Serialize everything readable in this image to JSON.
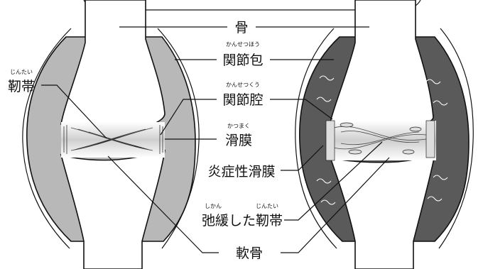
{
  "labels": {
    "bone": {
      "text": "骨"
    },
    "joint_capsule": {
      "text": "関節包",
      "ruby": "かんせつほう"
    },
    "ligament": {
      "text": "靭帯",
      "ruby": "じんたい"
    },
    "joint_cavity": {
      "text": "関節腔",
      "ruby": "かんせつくう"
    },
    "synovium": {
      "text": "滑膜",
      "ruby": "かつまく"
    },
    "inflamed_synovium": {
      "text": "炎症性滑膜"
    },
    "lax_ligament": {
      "text": "弛緩した靭帯",
      "ruby_a": "しかん",
      "ruby_b": "じんたい"
    },
    "cartilage": {
      "text": "軟骨"
    }
  },
  "colors": {
    "capsule_normal": "#b8b8b8",
    "capsule_inflamed": "#5a5a5a",
    "bone_fill": "#ffffff",
    "cartilage_shadow": "#cfcfcf",
    "line": "#111111"
  }
}
